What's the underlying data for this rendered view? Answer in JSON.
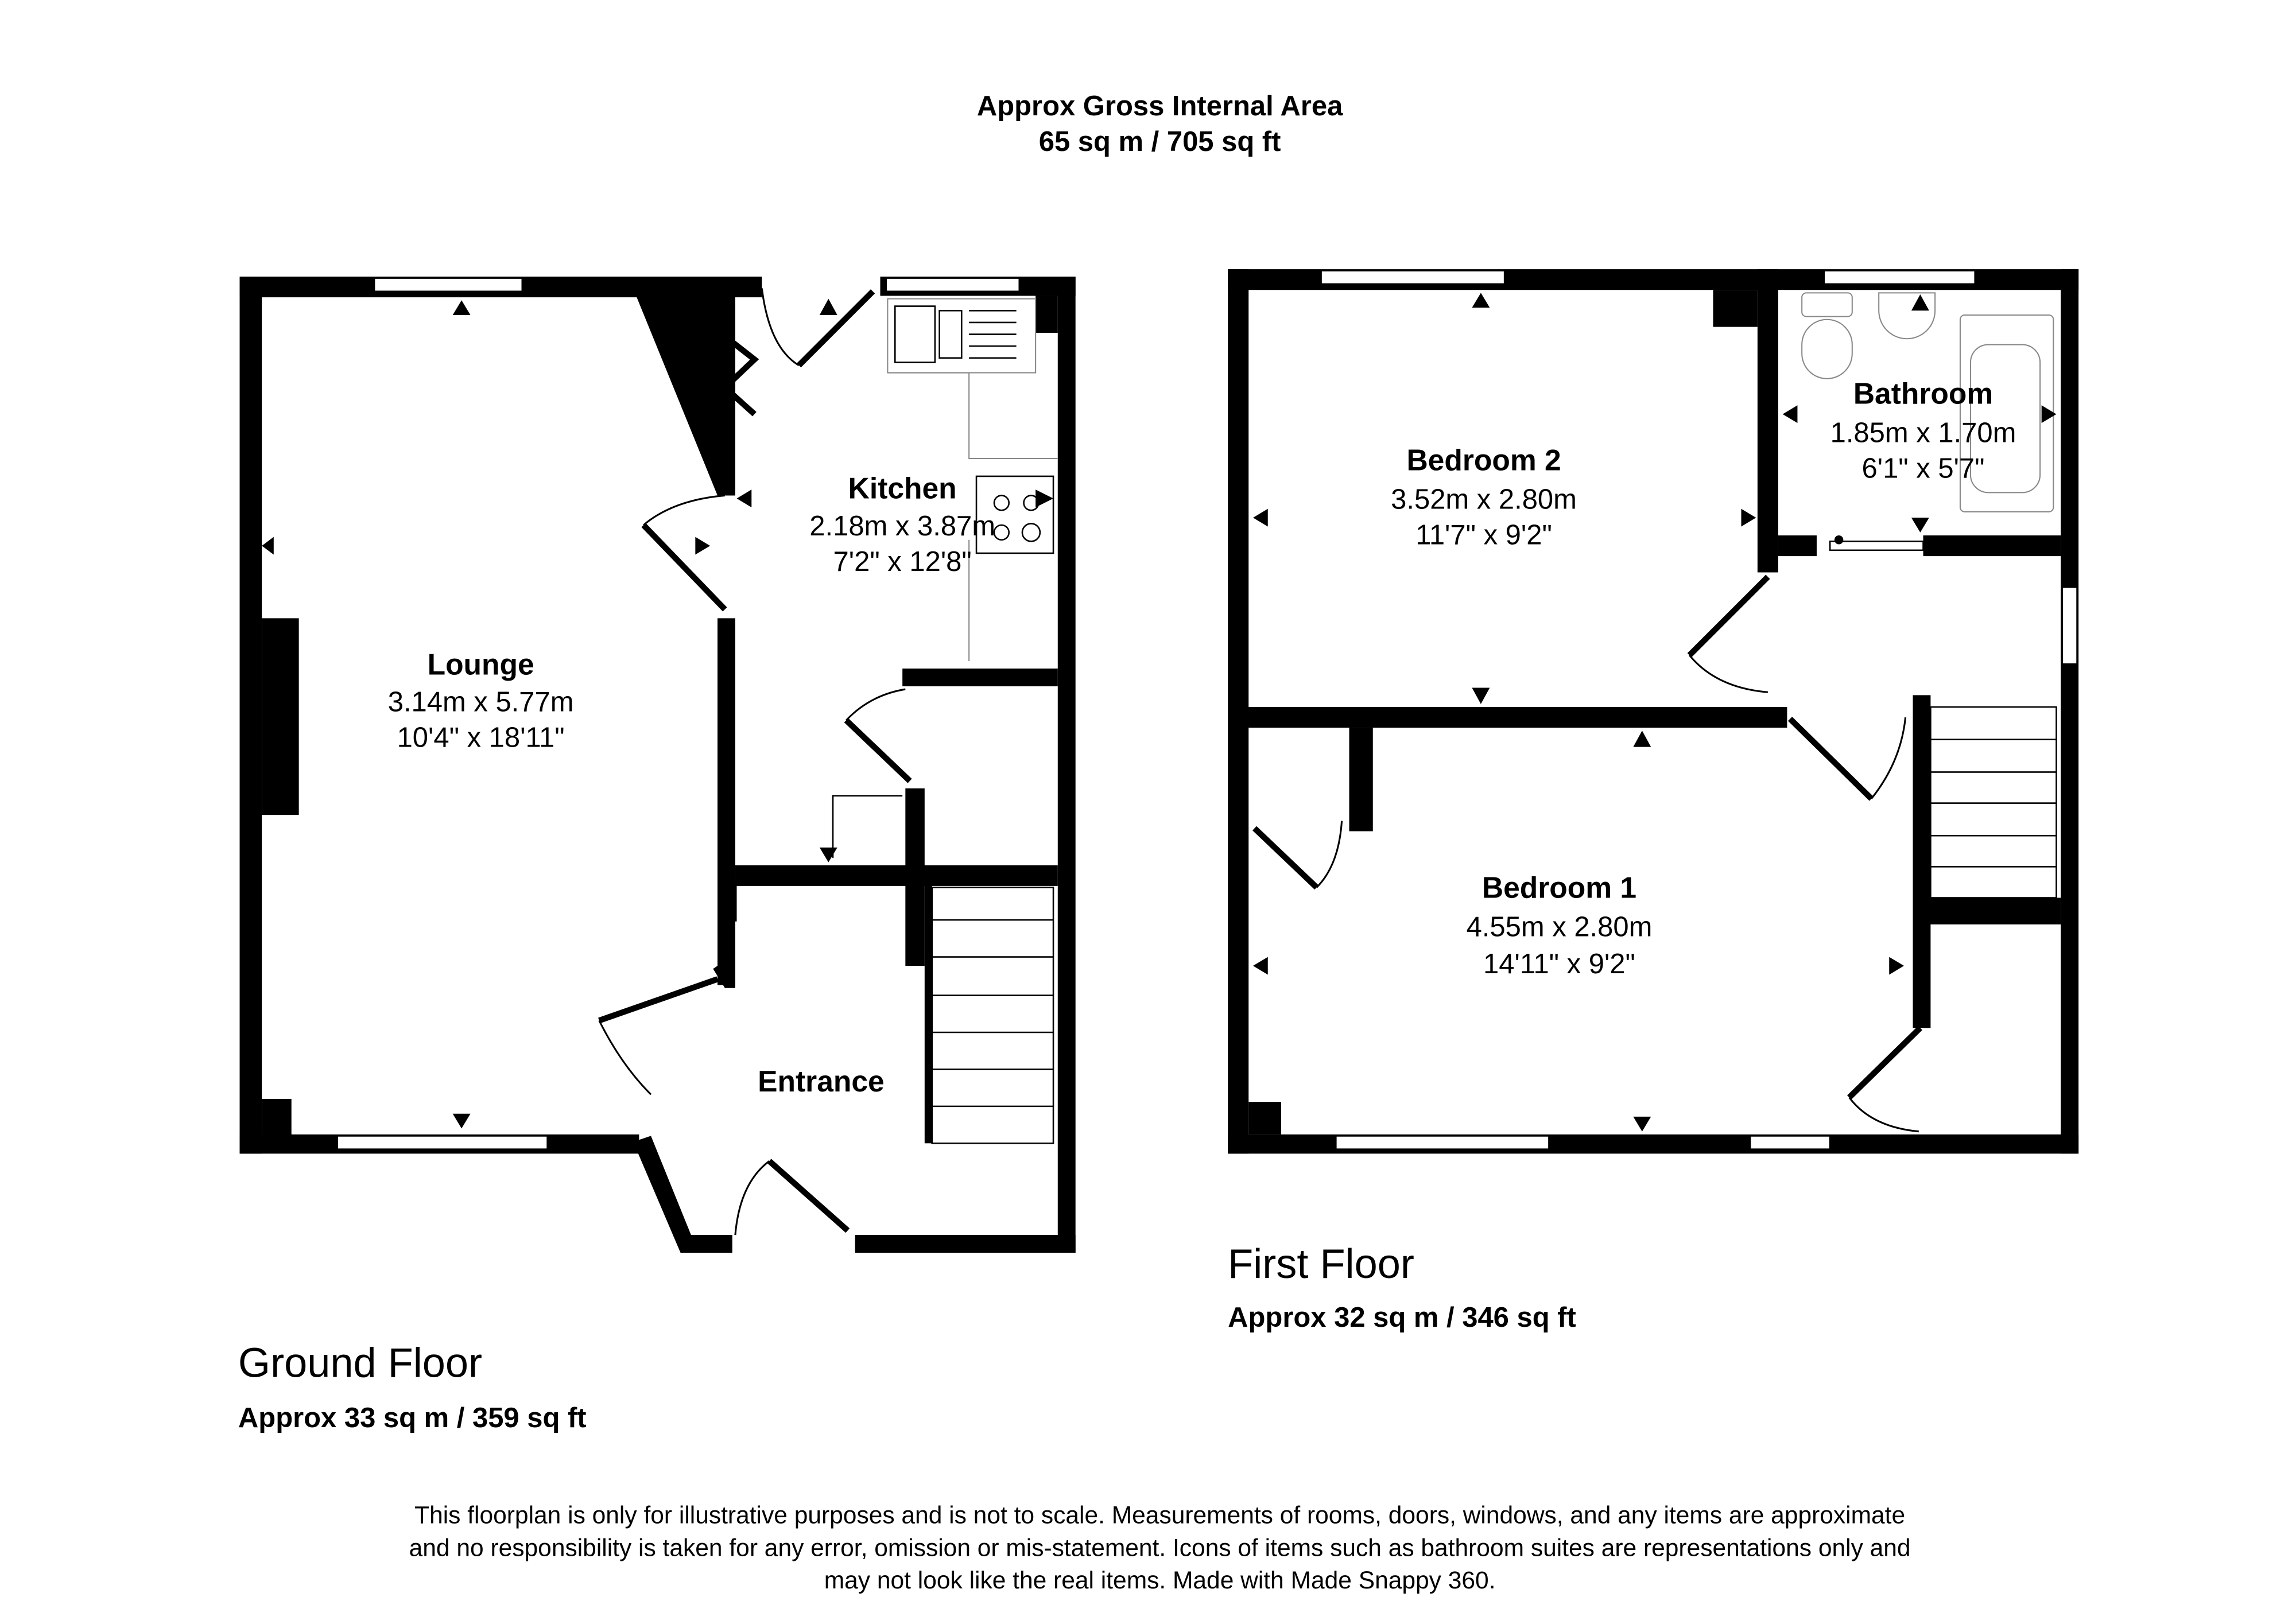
{
  "header": {
    "title": "Approx Gross Internal Area",
    "area": "65 sq m / 705 sq ft"
  },
  "ground_floor": {
    "label": "Ground Floor",
    "area": "Approx 33 sq m / 359 sq ft",
    "rooms": [
      {
        "name": "Lounge",
        "metric": "3.14m x 5.77m",
        "imperial": "10'4\" x 18'11\""
      },
      {
        "name": "Kitchen",
        "metric": "2.18m x 3.87m",
        "imperial": "7'2\" x 12'8\""
      },
      {
        "name": "Entrance"
      }
    ]
  },
  "first_floor": {
    "label": "First Floor",
    "area": "Approx 32 sq m / 346 sq ft",
    "rooms": [
      {
        "name": "Bedroom 2",
        "metric": "3.52m x 2.80m",
        "imperial": "11'7\" x 9'2\""
      },
      {
        "name": "Bathroom",
        "metric": "1.85m x 1.70m",
        "imperial": "6'1\" x 5'7\""
      },
      {
        "name": "Bedroom 1",
        "metric": "4.55m x 2.80m",
        "imperial": "14'11\" x 9'2\""
      }
    ]
  },
  "disclaimer": [
    "This floorplan is only for illustrative purposes and is not to scale. Measurements of rooms, doors, windows, and any items are approximate",
    "and no responsibility is taken for any error, omission or mis-statement. Icons of items such as bathroom suites are representations only and",
    "may not look like the real items. Made with Made Snappy 360."
  ]
}
